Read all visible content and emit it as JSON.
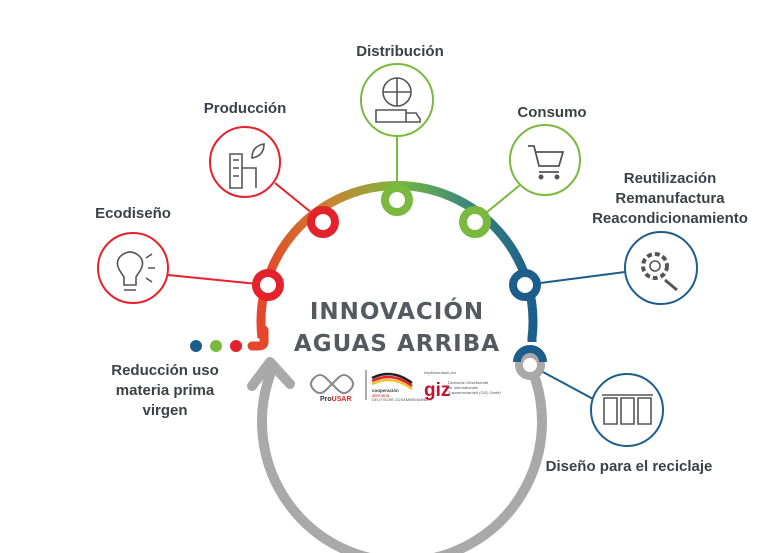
{
  "title": {
    "line1": "INNOVACIÓN",
    "line2": "AGUAS ARRIBA"
  },
  "stages": [
    {
      "label": [
        "Ecodiseño"
      ],
      "icon": "lightbulb-brain-icon",
      "color": "#e3222b"
    },
    {
      "label": [
        "Producción"
      ],
      "icon": "factory-leaf-icon",
      "color": "#e3222b"
    },
    {
      "label": [
        "Distribución"
      ],
      "icon": "globe-truck-icon",
      "color": "#7ab83f"
    },
    {
      "label": [
        "Consumo"
      ],
      "icon": "shopping-cart-icon",
      "color": "#7ab83f"
    },
    {
      "label": [
        "Reutilización",
        "Remanufactura",
        "Reacondicionamiento"
      ],
      "icon": "gear-wrench-icon",
      "color": "#1c5d8c"
    },
    {
      "label": [
        "Diseño para el reciclaje"
      ],
      "icon": "recycling-bins-icon",
      "color": "#1c5d8c"
    },
    {
      "label": [
        "Reducción uso",
        "materia prima",
        "virgen"
      ],
      "icon": "",
      "color": "#e3222b"
    }
  ],
  "dots": [
    "#1c5d8c",
    "#7ab83f",
    "#e3222b"
  ],
  "arrow_color": "#a9a9a9",
  "logos": {
    "prousar": {
      "pre": "Pro",
      "bold": "USAR"
    },
    "cooperacion": [
      "cooperación",
      "alemana",
      "DEUTSCHE ZUSAMMENARBEIT"
    ],
    "giz": {
      "implemented": "Implementado por",
      "name": "giz",
      "text": [
        "Deutsche Gesellschaft",
        "für Internationale",
        "Zusammenarbeit (GIZ) GmbH"
      ]
    }
  }
}
